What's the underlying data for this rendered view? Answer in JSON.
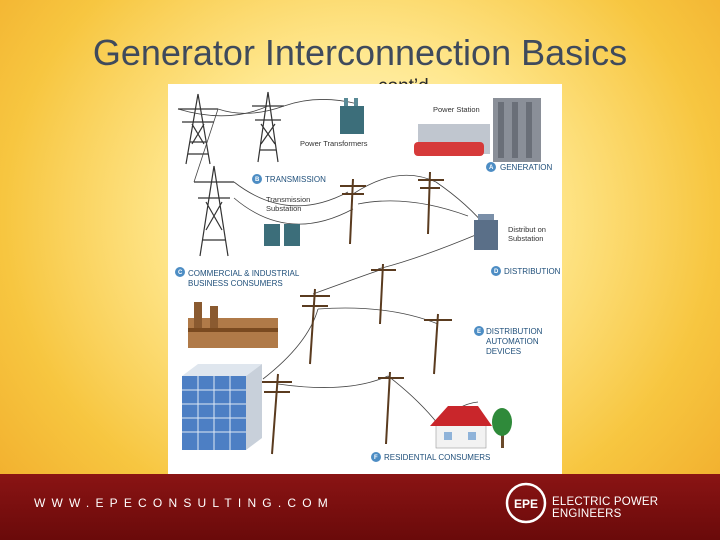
{
  "slide": {
    "title": "Generator Interconnection Basics",
    "subtitle": "cont’d"
  },
  "diagram": {
    "labels": {
      "power_station": "Power Station",
      "power_transformers": "Power Transformers",
      "generation": "GENERATION",
      "transmission": "TRANSMISSION",
      "transmission_substation_1": "Transmission",
      "transmission_substation_2": "Substation",
      "distribution_substation_1": "Distribut on",
      "distribution_substation_2": "Substation",
      "commercial_1": "COMMERCIAL & INDUSTRIAL",
      "commercial_2": "BUSINESS CONSUMERS",
      "distribution": "DISTRIBUTION",
      "dad_1": "DISTRIBUTION",
      "dad_2": "AUTOMATION",
      "dad_3": "DEVICES",
      "residential": "RESIDENTIAL CONSUMERS"
    },
    "badges": {
      "a": "A",
      "b": "B",
      "c": "C",
      "d": "D",
      "e": "E",
      "f": "F"
    }
  },
  "footer": {
    "url": "WWW.EPECONSULTING.COM",
    "company": "ELECTRIC POWER ENGINEERS",
    "logo_text": "EPE"
  },
  "colors": {
    "title": "#3f4a5c",
    "footer": "#7a0f0f",
    "accent_blue": "#4d8dc4"
  }
}
